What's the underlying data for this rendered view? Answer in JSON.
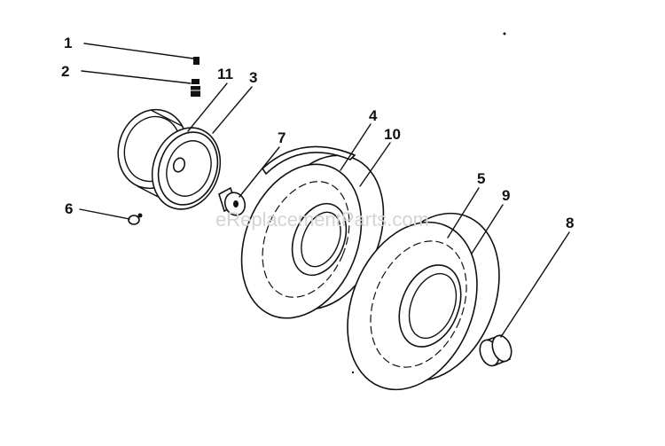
{
  "watermark": "eReplacementParts.com",
  "callouts": [
    {
      "id": "1",
      "label": "1",
      "part": "screw"
    },
    {
      "id": "2",
      "label": "2",
      "part": "fitting"
    },
    {
      "id": "11",
      "label": "11",
      "part": "ring"
    },
    {
      "id": "3",
      "label": "3",
      "part": "rim"
    },
    {
      "id": "7",
      "label": "7",
      "part": "bushing"
    },
    {
      "id": "4",
      "label": "4",
      "part": "front-tire"
    },
    {
      "id": "10",
      "label": "10",
      "part": "front-tire-rim"
    },
    {
      "id": "6",
      "label": "6",
      "part": "valve-stem"
    },
    {
      "id": "5",
      "label": "5",
      "part": "rear-tire"
    },
    {
      "id": "9",
      "label": "9",
      "part": "rear-tire-rim"
    },
    {
      "id": "8",
      "label": "8",
      "part": "cap"
    }
  ]
}
